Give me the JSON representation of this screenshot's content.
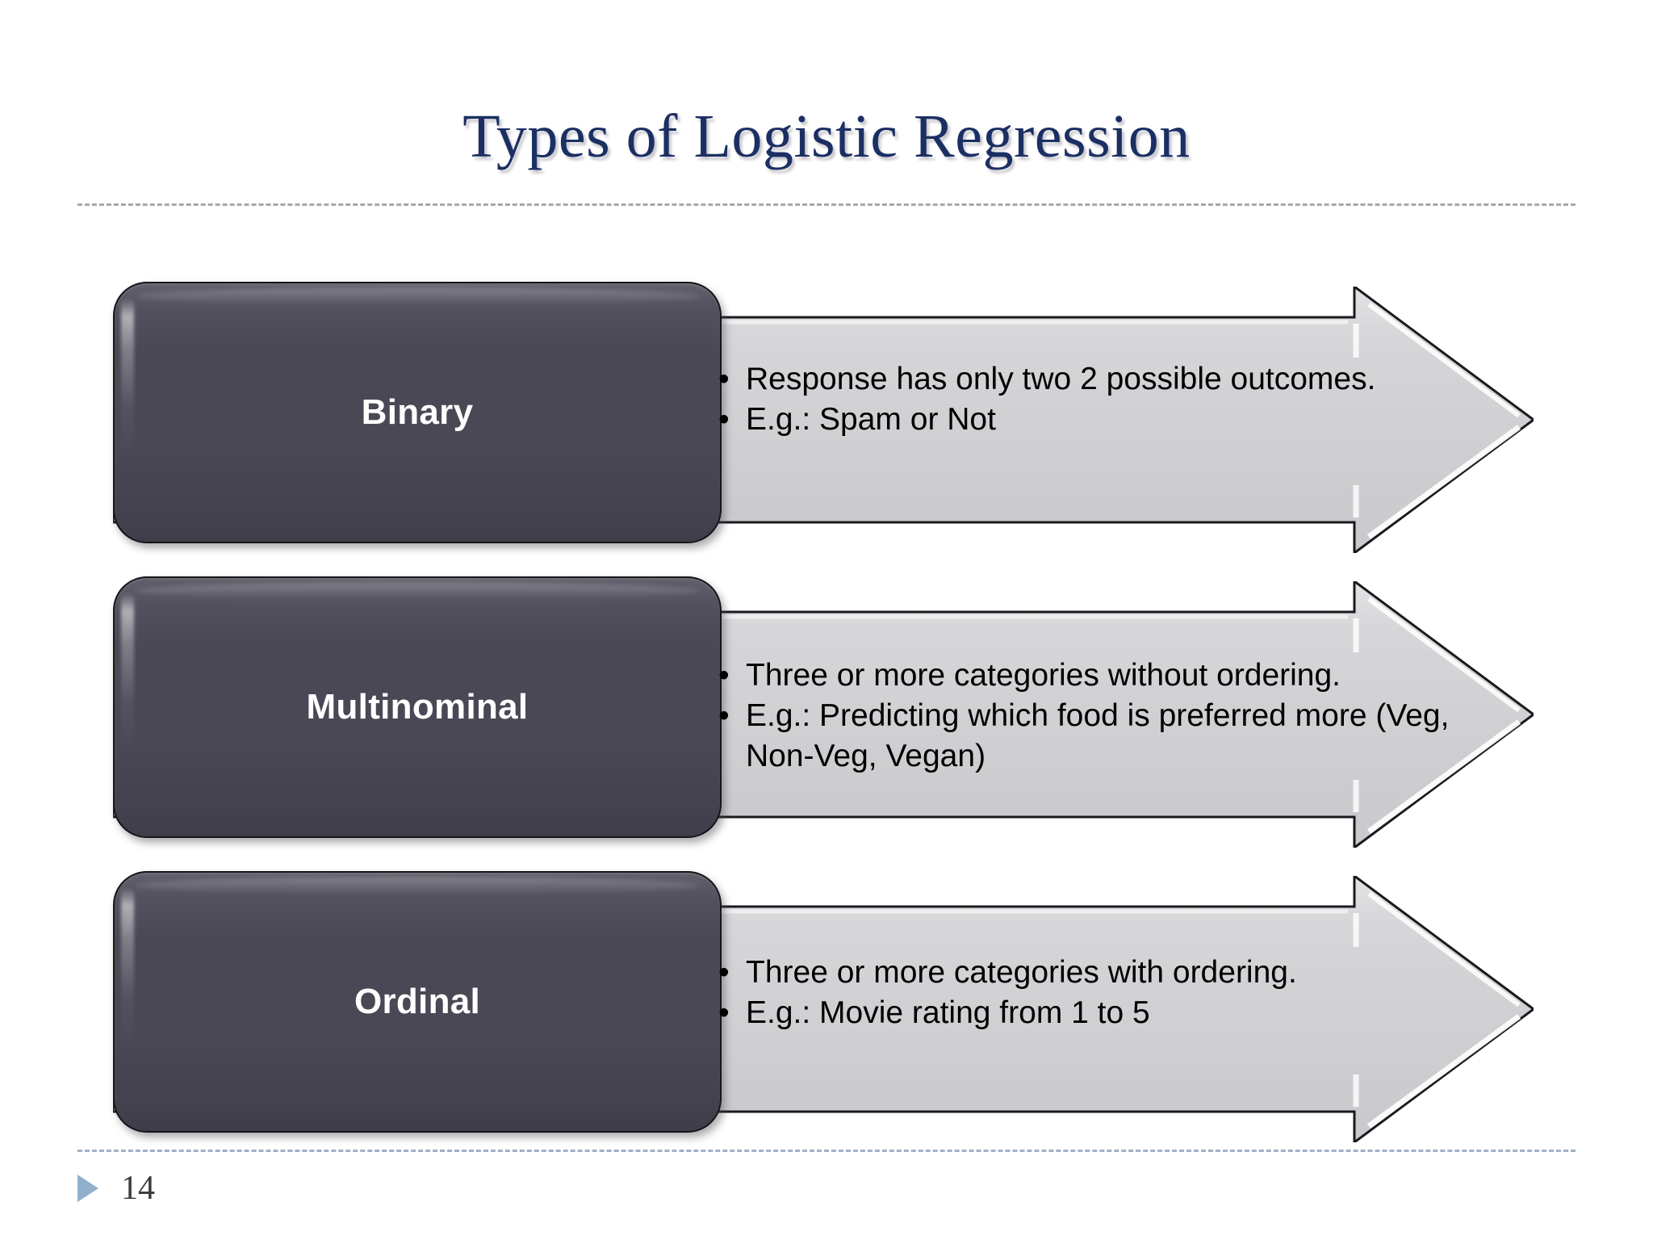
{
  "slide": {
    "title": "Types of Logistic Regression",
    "page_number": "14",
    "title_color": "#1b2f63",
    "box_color": "#4b4856",
    "arrow_color": "#d2d2d4",
    "marker_color": "#92b0cc"
  },
  "rows": [
    {
      "label": "Binary",
      "bullets": [
        "Response has only two 2 possible outcomes.",
        "E.g.: Spam or Not"
      ],
      "bullet_marker": "•"
    },
    {
      "label": "Multinominal",
      "bullets": [
        "Three or more categories without ordering.",
        "E.g.: Predicting which food is preferred more (Veg, Non-Veg, Vegan)"
      ],
      "bullet_marker": "•"
    },
    {
      "label": "Ordinal",
      "bullets": [
        "Three or more categories with ordering.",
        "E.g.: Movie rating from 1 to 5"
      ],
      "bullet_marker": "•"
    }
  ]
}
